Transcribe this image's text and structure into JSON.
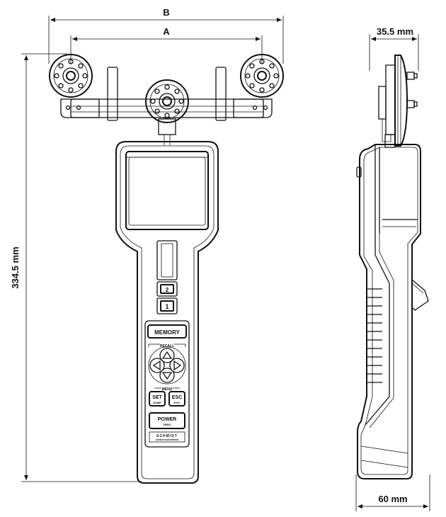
{
  "dimensions": {
    "width_b": "B",
    "width_a": "A",
    "height": "334.5 mm",
    "depth": "35.5 mm",
    "base_width": "60 mm"
  },
  "keypad": {
    "memory": "MEMORY",
    "recall": "RECALL",
    "menu": "MENU",
    "set": "SET",
    "set_sub": "DAMP",
    "esc": "ESC",
    "esc_sub": "EXIT",
    "power": "POWER",
    "power_sub": "ZERO",
    "key_1": "1",
    "key_2": "2"
  },
  "brand": {
    "name": "SCHMIDT",
    "sub": "control instruments"
  }
}
